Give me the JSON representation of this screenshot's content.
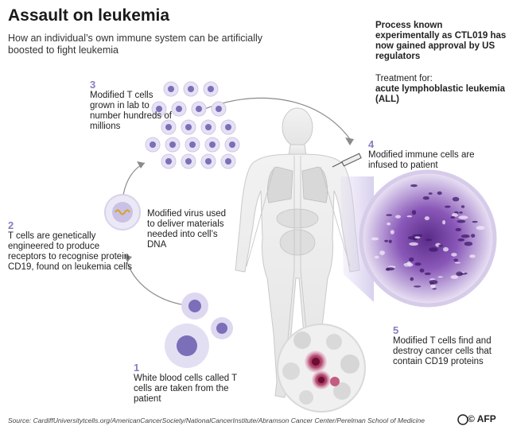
{
  "title": "Assault on leukemia",
  "subtitle": "How an individual’s own immune system can be artificially boosted to fight leukemia",
  "info": {
    "process": "Process known experimentally as CTL019 has now gained approval by US regulators",
    "treatment_label": "Treatment for:",
    "treatment_value": "acute lymphoblastic leukemia (ALL)"
  },
  "steps": [
    {
      "num": "1",
      "text": "White blood cells called T cells are taken from the patient"
    },
    {
      "num": "2",
      "text": "T cells are genetically engineered to produce receptors to recognise protein CD19, found on leukemia cells"
    },
    {
      "num": "3",
      "text": "Modified T cells grown in lab to number hundreds of millions"
    },
    {
      "num": "4",
      "text": "Modified immune cells are infused to patient"
    },
    {
      "num": "5",
      "text": "Modified T cells find and destroy cancer cells that contain CD19 proteins"
    }
  ],
  "virus_note": "Modified virus used to deliver materials needed into cell’s DNA",
  "source": "Source: CardiffUniversitytcells.org/AmericanCancerSociety/NationalCancerInstitute/Abramson Cancer Center/Perelman School of Medicine",
  "credit": "© AFP",
  "colors": {
    "accent": "#8a7cc0",
    "cell": "#b7b0d9",
    "nucleus": "#6e62b0",
    "cancer": "#9c1f4f"
  }
}
